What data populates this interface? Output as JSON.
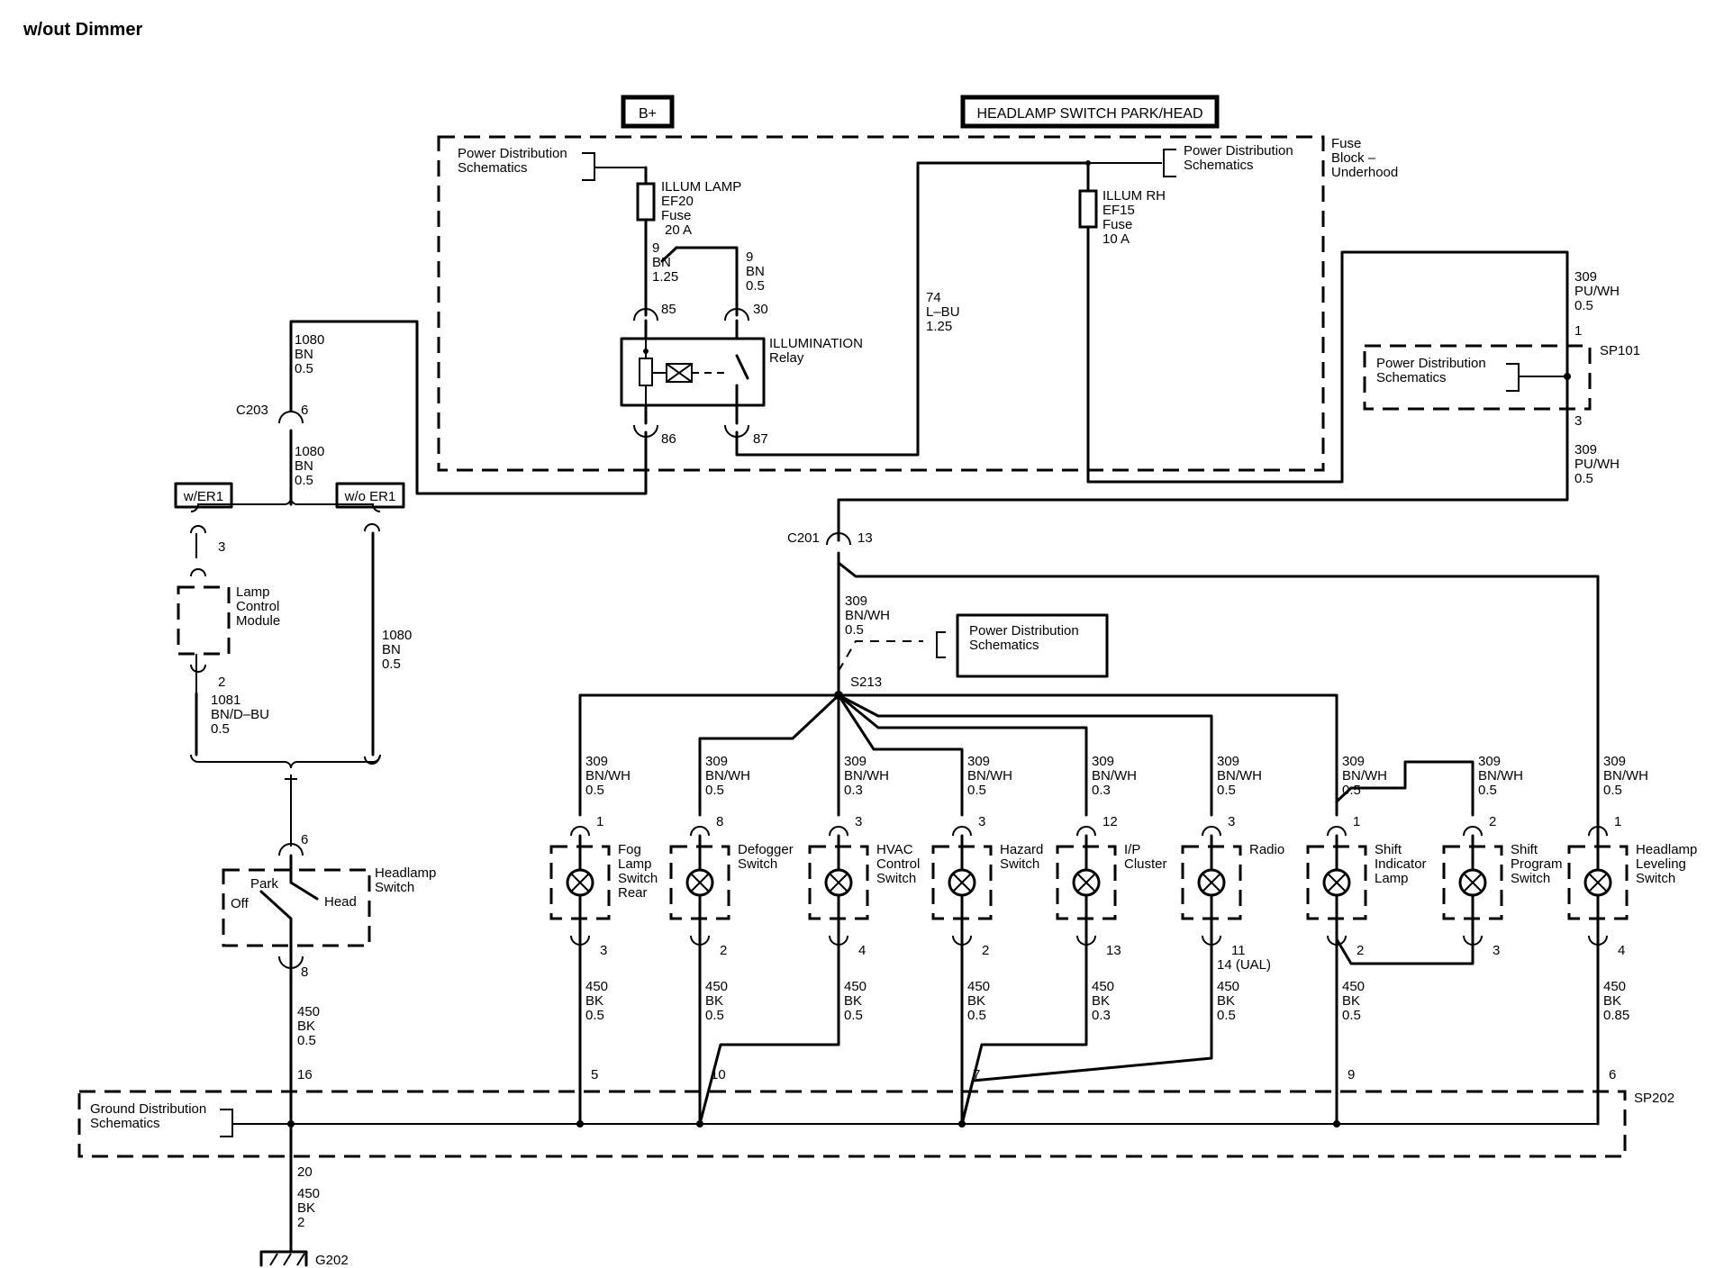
{
  "title": "w/out Dimmer",
  "headers": {
    "b_plus": "B+",
    "headlamp_switch": "HEADLAMP SWITCH PARK/HEAD"
  },
  "fuse_block": {
    "l1": "Fuse",
    "l2": "Block –",
    "l3": "Underhood"
  },
  "power_dist": {
    "l1": "Power Distribution",
    "l2": "Schematics"
  },
  "ground_dist": {
    "l1": "Ground Distribution",
    "l2": "Schematics"
  },
  "fuse_illum_lamp": {
    "l1": "ILLUM LAMP",
    "l2": "EF20",
    "l3": "Fuse",
    "l4": "20 A"
  },
  "fuse_illum_rh": {
    "l1": "ILLUM RH",
    "l2": "EF15",
    "l3": "Fuse",
    "l4": "10 A"
  },
  "relay": {
    "l1": "ILLUMINATION",
    "l2": "Relay",
    "p85": "85",
    "p30": "30",
    "p86": "86",
    "p87": "87"
  },
  "wires": {
    "w_9_bn_125": [
      "9",
      "BN",
      "1.25"
    ],
    "w_9_bn_05": [
      "9",
      "BN",
      "0.5"
    ],
    "w_74": [
      "74",
      "L–BU",
      "1.25"
    ],
    "w_309_puwh_top": [
      "309",
      "PU/WH",
      "0.5"
    ],
    "w_309_puwh_bot": [
      "309",
      "PU/WH",
      "0.5"
    ],
    "w_1080_a": [
      "1080",
      "BN",
      "0.5"
    ],
    "w_1080_b": [
      "1080",
      "BN",
      "0.5"
    ],
    "w_1080_c": [
      "1080",
      "BN",
      "0.5"
    ],
    "w_1081": [
      "1081",
      "BN/D–BU",
      "0.5"
    ],
    "w_309_c201": [
      "309",
      "BN/WH",
      "0.5"
    ],
    "w_450_main": [
      "450",
      "BK",
      "0.5"
    ],
    "w_450_g202": [
      "450",
      "BK",
      "2"
    ]
  },
  "splices": {
    "sp101": "SP101",
    "sp202": "SP202",
    "s213": "S213"
  },
  "sp101_pins": {
    "top": "1",
    "bottom": "3"
  },
  "connectors": {
    "c203": {
      "name": "C203",
      "pin": "6"
    },
    "c201": {
      "name": "C201",
      "pin": "13"
    }
  },
  "options": {
    "with_er1": "w/ER1",
    "without_er1": "w/o ER1"
  },
  "lcm": {
    "l1": "Lamp",
    "l2": "Control",
    "l3": "Module",
    "pin_top": "3",
    "pin_bot": "2"
  },
  "hl_switch": {
    "l1": "Headlamp",
    "l2": "Switch",
    "park": "Park",
    "off": "Off",
    "head": "Head",
    "pin_top": "6",
    "pin_bot": "8"
  },
  "ground": {
    "name": "G202",
    "pin16": "16",
    "pin20": "20"
  },
  "lamps": [
    {
      "name_lines": [
        "Fog",
        "Lamp",
        "Switch",
        "Rear"
      ],
      "in_wire": [
        "309",
        "BN/WH",
        "0.5"
      ],
      "pin_in": "1",
      "pin_out": "3",
      "out_wire": [
        "450",
        "BK",
        "0.5"
      ],
      "sp_pin": "5"
    },
    {
      "name_lines": [
        "Defogger",
        "Switch"
      ],
      "in_wire": [
        "309",
        "BN/WH",
        "0.5"
      ],
      "pin_in": "8",
      "pin_out": "2",
      "out_wire": [
        "450",
        "BK",
        "0.5"
      ],
      "sp_pin": "10"
    },
    {
      "name_lines": [
        "HVAC",
        "Control",
        "Switch"
      ],
      "in_wire": [
        "309",
        "BN/WH",
        "0.3"
      ],
      "pin_in": "3",
      "pin_out": "4",
      "out_wire": [
        "450",
        "BK",
        "0.5"
      ],
      "sp_pin": ""
    },
    {
      "name_lines": [
        "Hazard",
        "Switch"
      ],
      "in_wire": [
        "309",
        "BN/WH",
        "0.5"
      ],
      "pin_in": "3",
      "pin_out": "2",
      "out_wire": [
        "450",
        "BK",
        "0.5"
      ],
      "sp_pin": "7"
    },
    {
      "name_lines": [
        "I/P",
        "Cluster"
      ],
      "in_wire": [
        "309",
        "BN/WH",
        "0.3"
      ],
      "pin_in": "12",
      "pin_out": "13",
      "out_wire": [
        "450",
        "BK",
        "0.3"
      ],
      "sp_pin": ""
    },
    {
      "name_lines": [
        "Radio"
      ],
      "in_wire": [
        "309",
        "BN/WH",
        "0.5"
      ],
      "pin_in": "3",
      "pin_out": "11",
      "pin_out2": "14 (UAL)",
      "out_wire": [
        "450",
        "BK",
        "0.5"
      ],
      "sp_pin": ""
    },
    {
      "name_lines": [
        "Shift",
        "Indicator",
        "Lamp"
      ],
      "in_wire": [
        "309",
        "BN/WH",
        "0.5"
      ],
      "pin_in": "1",
      "pin_out": "2",
      "out_wire": [
        "450",
        "BK",
        "0.5"
      ],
      "sp_pin": "9"
    },
    {
      "name_lines": [
        "Shift",
        "Program",
        "Switch"
      ],
      "in_wire": [
        "309",
        "BN/WH",
        "0.5"
      ],
      "pin_in": "2",
      "pin_out": "3",
      "out_wire": [],
      "sp_pin": ""
    },
    {
      "name_lines": [
        "Headlamp",
        "Leveling",
        "Switch"
      ],
      "in_wire": [
        "309",
        "BN/WH",
        "0.5"
      ],
      "pin_in": "1",
      "pin_out": "4",
      "out_wire": [
        "450",
        "BK",
        "0.85"
      ],
      "sp_pin": "6"
    }
  ]
}
